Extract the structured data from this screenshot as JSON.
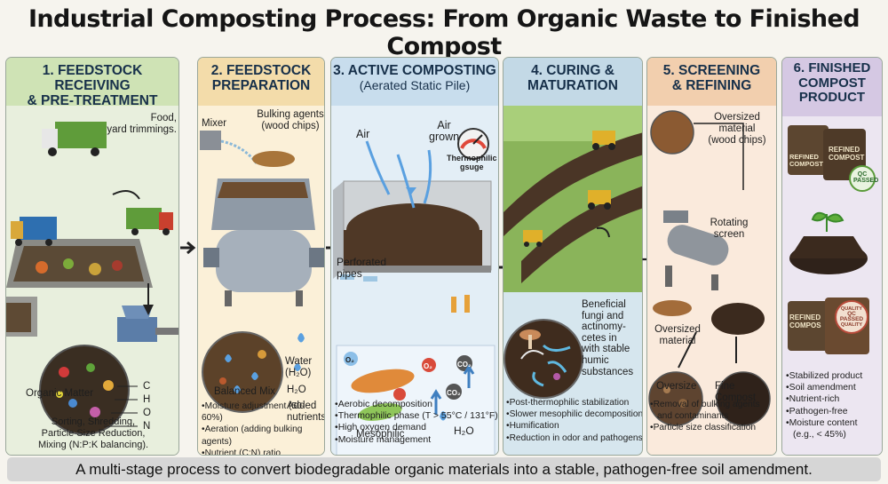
{
  "title": "Industrial Composting Process: From Organic Waste to Finished Compost",
  "footer": "A multi-stage process to convert biodegradable organic materials into a stable, pathogen-free soil amendment.",
  "colors": {
    "p1": "#dfeccd",
    "p2": "#f8e8c8",
    "p3": "#d9e8f3",
    "p4": "#d6e6ee",
    "p5": "#f8e2cf",
    "p6": "#e4dcec",
    "arrow": "#222222"
  },
  "stages": [
    {
      "title_l1": "1. FEEDSTOCK RECEIVING",
      "title_l2": "& PRE-TREATMENT",
      "labels": {
        "food": "Food,",
        "yard": "yard trimmings.",
        "organic": "Organic Matter",
        "c": "C",
        "h": "H",
        "o": "O",
        "n": "N",
        "desc": [
          "Sorting, Shredding,",
          "Particle Size Reduction,",
          "Mixing (N:P:K balancing)."
        ]
      }
    },
    {
      "title_l1": "2. FEEDSTOCK",
      "title_l2": "PREPARATION",
      "labels": {
        "mixer": "Mixer",
        "bulking": [
          "Bulking agents",
          "(wood chips)"
        ],
        "water": [
          "Water",
          "(H₂O)"
        ],
        "h2o": "H₂O",
        "nutrients": [
          "Added",
          "nutrients"
        ],
        "balanced": "Balanced Mix"
      },
      "bullets": [
        "Moisture adjustment (50-60%)",
        "Aeration (adding bulking agents)",
        "Nutrient (C:N) ratio adjustment"
      ]
    },
    {
      "title_l1": "3. ACTIVE COMPOSTING",
      "title_l2": "(Aerated Static Pile)",
      "labels": {
        "air": "Air",
        "air_grown": [
          "Air",
          "grown"
        ],
        "gauge": [
          "Thermophilic",
          "gsuge"
        ],
        "pipes": [
          "Perforated",
          "pipes"
        ],
        "o2": "O₂",
        "co2": "CO₂",
        "mesophilic": "Mesophilic",
        "h2o": "H₂O"
      },
      "bullets": [
        "Aerobic decomposition",
        "Thermophilic phase (T > 55°C / 131°F)",
        "High oxygen demand",
        "Moisture management"
      ]
    },
    {
      "title_l1": "4. CURING &",
      "title_l2": "MATURATION",
      "labels": {
        "fungi": [
          "Beneficial",
          "fungi and",
          "actinomy-",
          "cetes in",
          "with stable",
          "humic",
          "substances"
        ]
      },
      "bullets": [
        "Post-thermophilic stabilization",
        "Slower mesophilic decomposition",
        "Humification",
        "Reduction in odor and pathogens"
      ]
    },
    {
      "title_l1": "5. SCREENING",
      "title_l2": "& REFINING",
      "labels": {
        "oversized_top": [
          "Oversized material",
          "(wood chips)"
        ],
        "rotating": [
          "Rotating",
          "screen"
        ],
        "oversized": [
          "Oversized",
          "material"
        ],
        "oversize": "Oversize",
        "fine": "Fine Compost"
      },
      "bullets": [
        "Removal of bulking agents",
        "and contaminants",
        "Particle size classification"
      ]
    },
    {
      "title_l1": "6. FINISHED",
      "title_l2": "COMPOST",
      "title_l3": "PRODUCT",
      "labels": {
        "bag1": [
          "REFINED",
          "COMPOST"
        ],
        "bag2": [
          "REFINED",
          "COMPOST"
        ],
        "qc": [
          "QC",
          "PASSED"
        ],
        "bag3": [
          "REFINED",
          "COMPOS"
        ],
        "qc2_ring": "QUALITY",
        "qc2": [
          "QC PASSED"
        ],
        "qc2_bottom": "QUALITY"
      },
      "bullets": [
        "Stabilized product",
        "Soil amendment",
        "Nutrient-rich",
        "Pathogen-free",
        "Moisture content"
      ],
      "bullet_extra": "(e.g., < 45%)"
    }
  ]
}
